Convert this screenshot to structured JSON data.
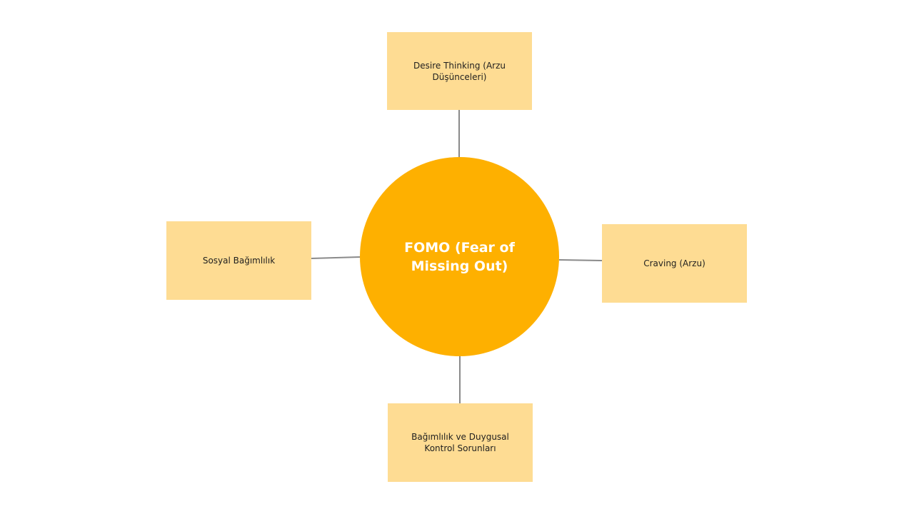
{
  "diagram": {
    "type": "mind-map",
    "center": {
      "label": "FOMO (Fear of Missing Out)"
    },
    "branches": [
      {
        "id": "top",
        "label": "Desire Thinking (Arzu Düşünceleri)"
      },
      {
        "id": "left",
        "label": "Sosyal Bağımlılık"
      },
      {
        "id": "right",
        "label": "Craving (Arzu)"
      },
      {
        "id": "bottom",
        "label": "Bağımlılık ve Duygusal Kontrol Sorunları"
      }
    ]
  },
  "colors": {
    "background": "#ffffff",
    "center_fill": "#FEB000",
    "center_text": "#ffffff",
    "node_fill": "#FEDC93",
    "node_text": "#1f1f1f",
    "connector": "#8a8a8a"
  }
}
